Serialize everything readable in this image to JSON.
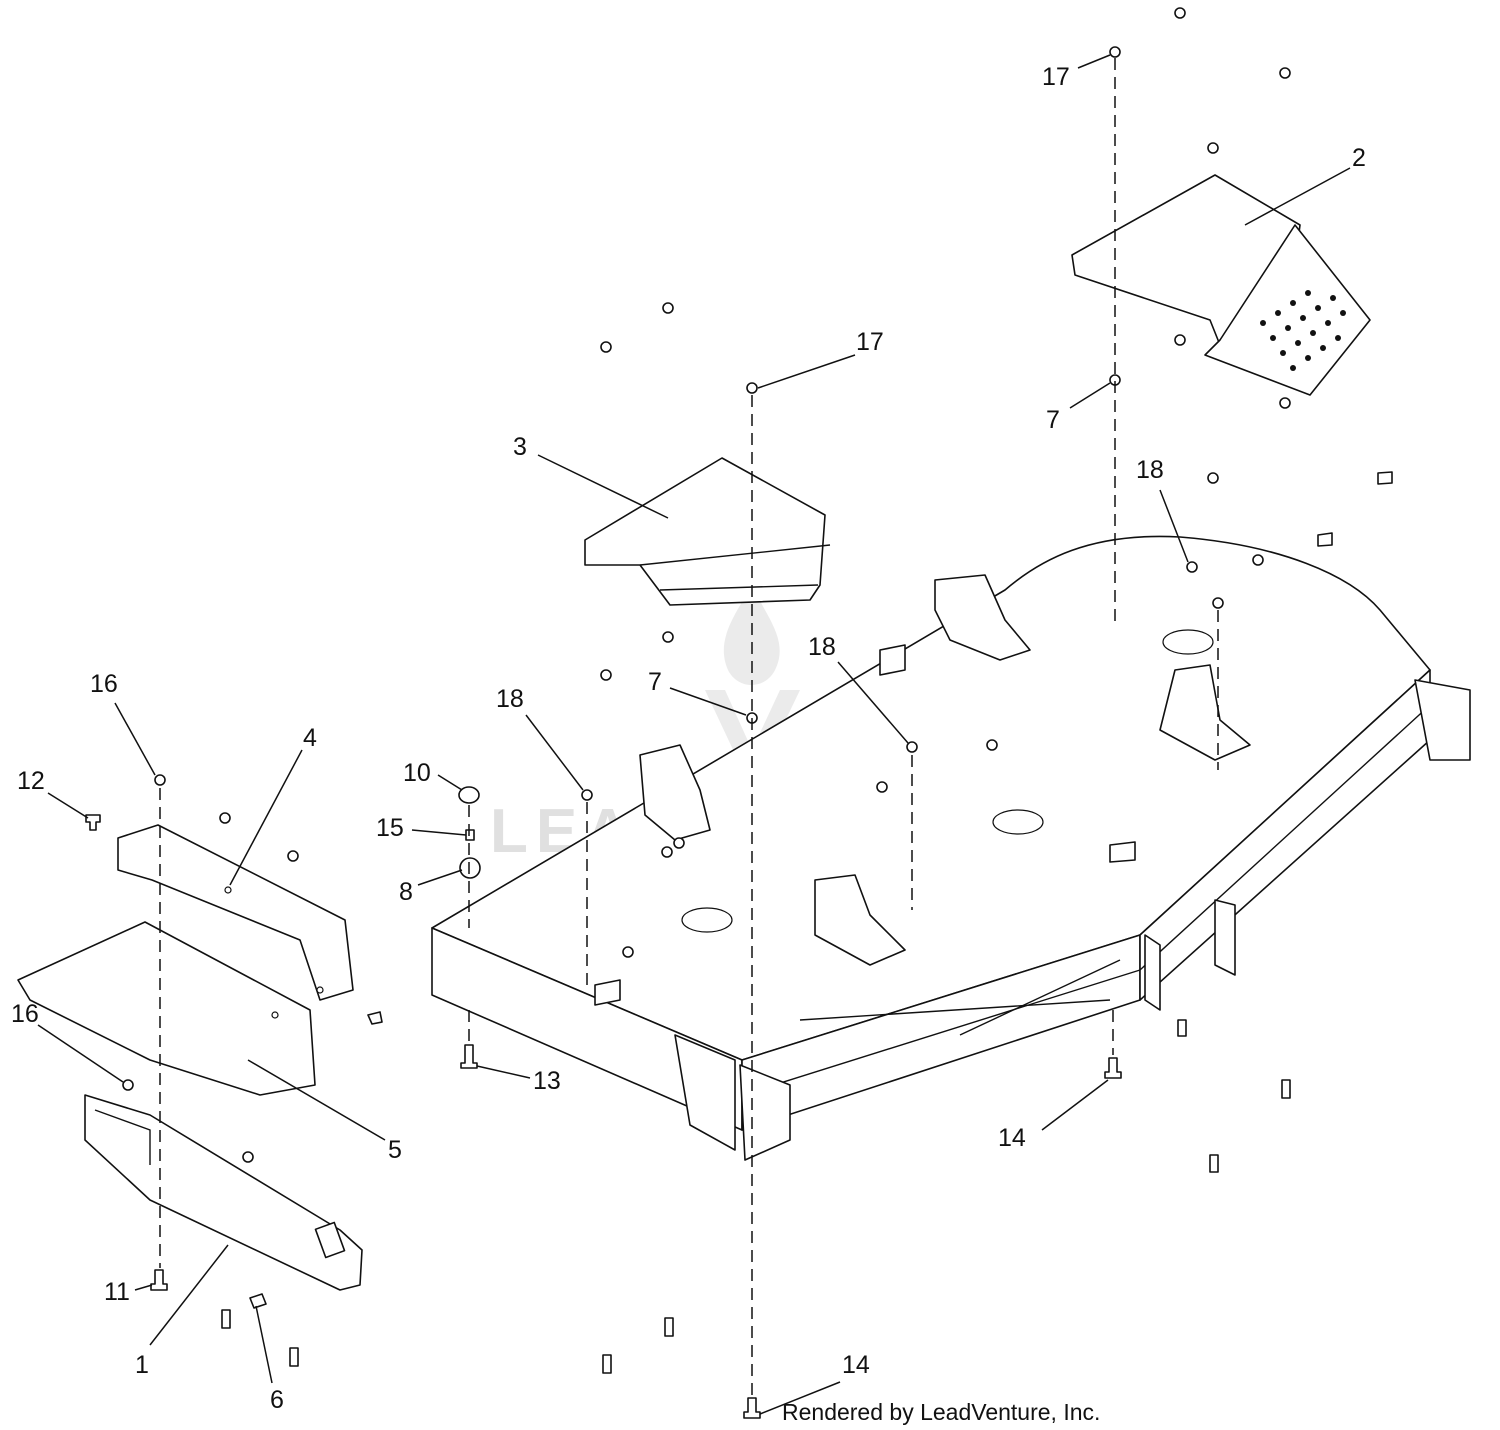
{
  "diagram": {
    "callouts": [
      {
        "id": "c17a",
        "text": "17"
      },
      {
        "id": "c2",
        "text": "2"
      },
      {
        "id": "c7a",
        "text": "7"
      },
      {
        "id": "c18a",
        "text": "18"
      },
      {
        "id": "c17b",
        "text": "17"
      },
      {
        "id": "c3",
        "text": "3"
      },
      {
        "id": "c18b",
        "text": "18"
      },
      {
        "id": "c7b",
        "text": "7"
      },
      {
        "id": "c18c",
        "text": "18"
      },
      {
        "id": "c10",
        "text": "10"
      },
      {
        "id": "c15",
        "text": "15"
      },
      {
        "id": "c8",
        "text": "8"
      },
      {
        "id": "c16a",
        "text": "16"
      },
      {
        "id": "c4",
        "text": "4"
      },
      {
        "id": "c12",
        "text": "12"
      },
      {
        "id": "c16b",
        "text": "16"
      },
      {
        "id": "c5",
        "text": "5"
      },
      {
        "id": "c13",
        "text": "13"
      },
      {
        "id": "c14a",
        "text": "14"
      },
      {
        "id": "c11",
        "text": "11"
      },
      {
        "id": "c1",
        "text": "1"
      },
      {
        "id": "c6",
        "text": "6"
      },
      {
        "id": "c14b",
        "text": "14"
      }
    ],
    "watermark": "LEADVENTURE",
    "credit": "Rendered by LeadVenture, Inc."
  }
}
